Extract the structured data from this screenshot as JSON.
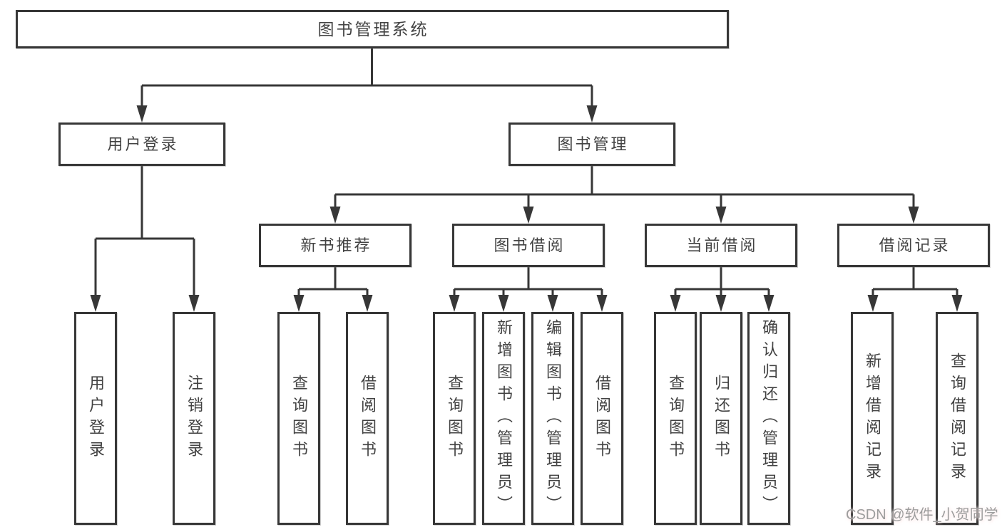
{
  "diagram": {
    "tree": {
      "label": "图书管理系统",
      "children": [
        {
          "label": "用户登录",
          "children": [
            {
              "label": "用户登录"
            },
            {
              "label": "注销登录"
            }
          ]
        },
        {
          "label": "图书管理",
          "children": [
            {
              "label": "新书推荐",
              "children": [
                {
                  "label": "查询图书"
                },
                {
                  "label": "借阅图书"
                }
              ]
            },
            {
              "label": "图书借阅",
              "children": [
                {
                  "label": "查询图书"
                },
                {
                  "label": "新增图书（管理员）"
                },
                {
                  "label": "编辑图书（管理员）"
                },
                {
                  "label": "借阅图书"
                }
              ]
            },
            {
              "label": "当前借阅",
              "children": [
                {
                  "label": "查询图书"
                },
                {
                  "label": "归还图书"
                },
                {
                  "label": "确认归还（管理员）"
                }
              ]
            },
            {
              "label": "借阅记录",
              "children": [
                {
                  "label": "新增借阅记录"
                },
                {
                  "label": "查询借阅记录"
                }
              ]
            }
          ]
        }
      ]
    },
    "watermark": "CSDN @软件_小贺同学",
    "colors": {
      "line": "#373737",
      "box_border": "#373737",
      "text": "#424242",
      "background": "#ffffff",
      "watermark_text": "#9d9d9d"
    }
  }
}
